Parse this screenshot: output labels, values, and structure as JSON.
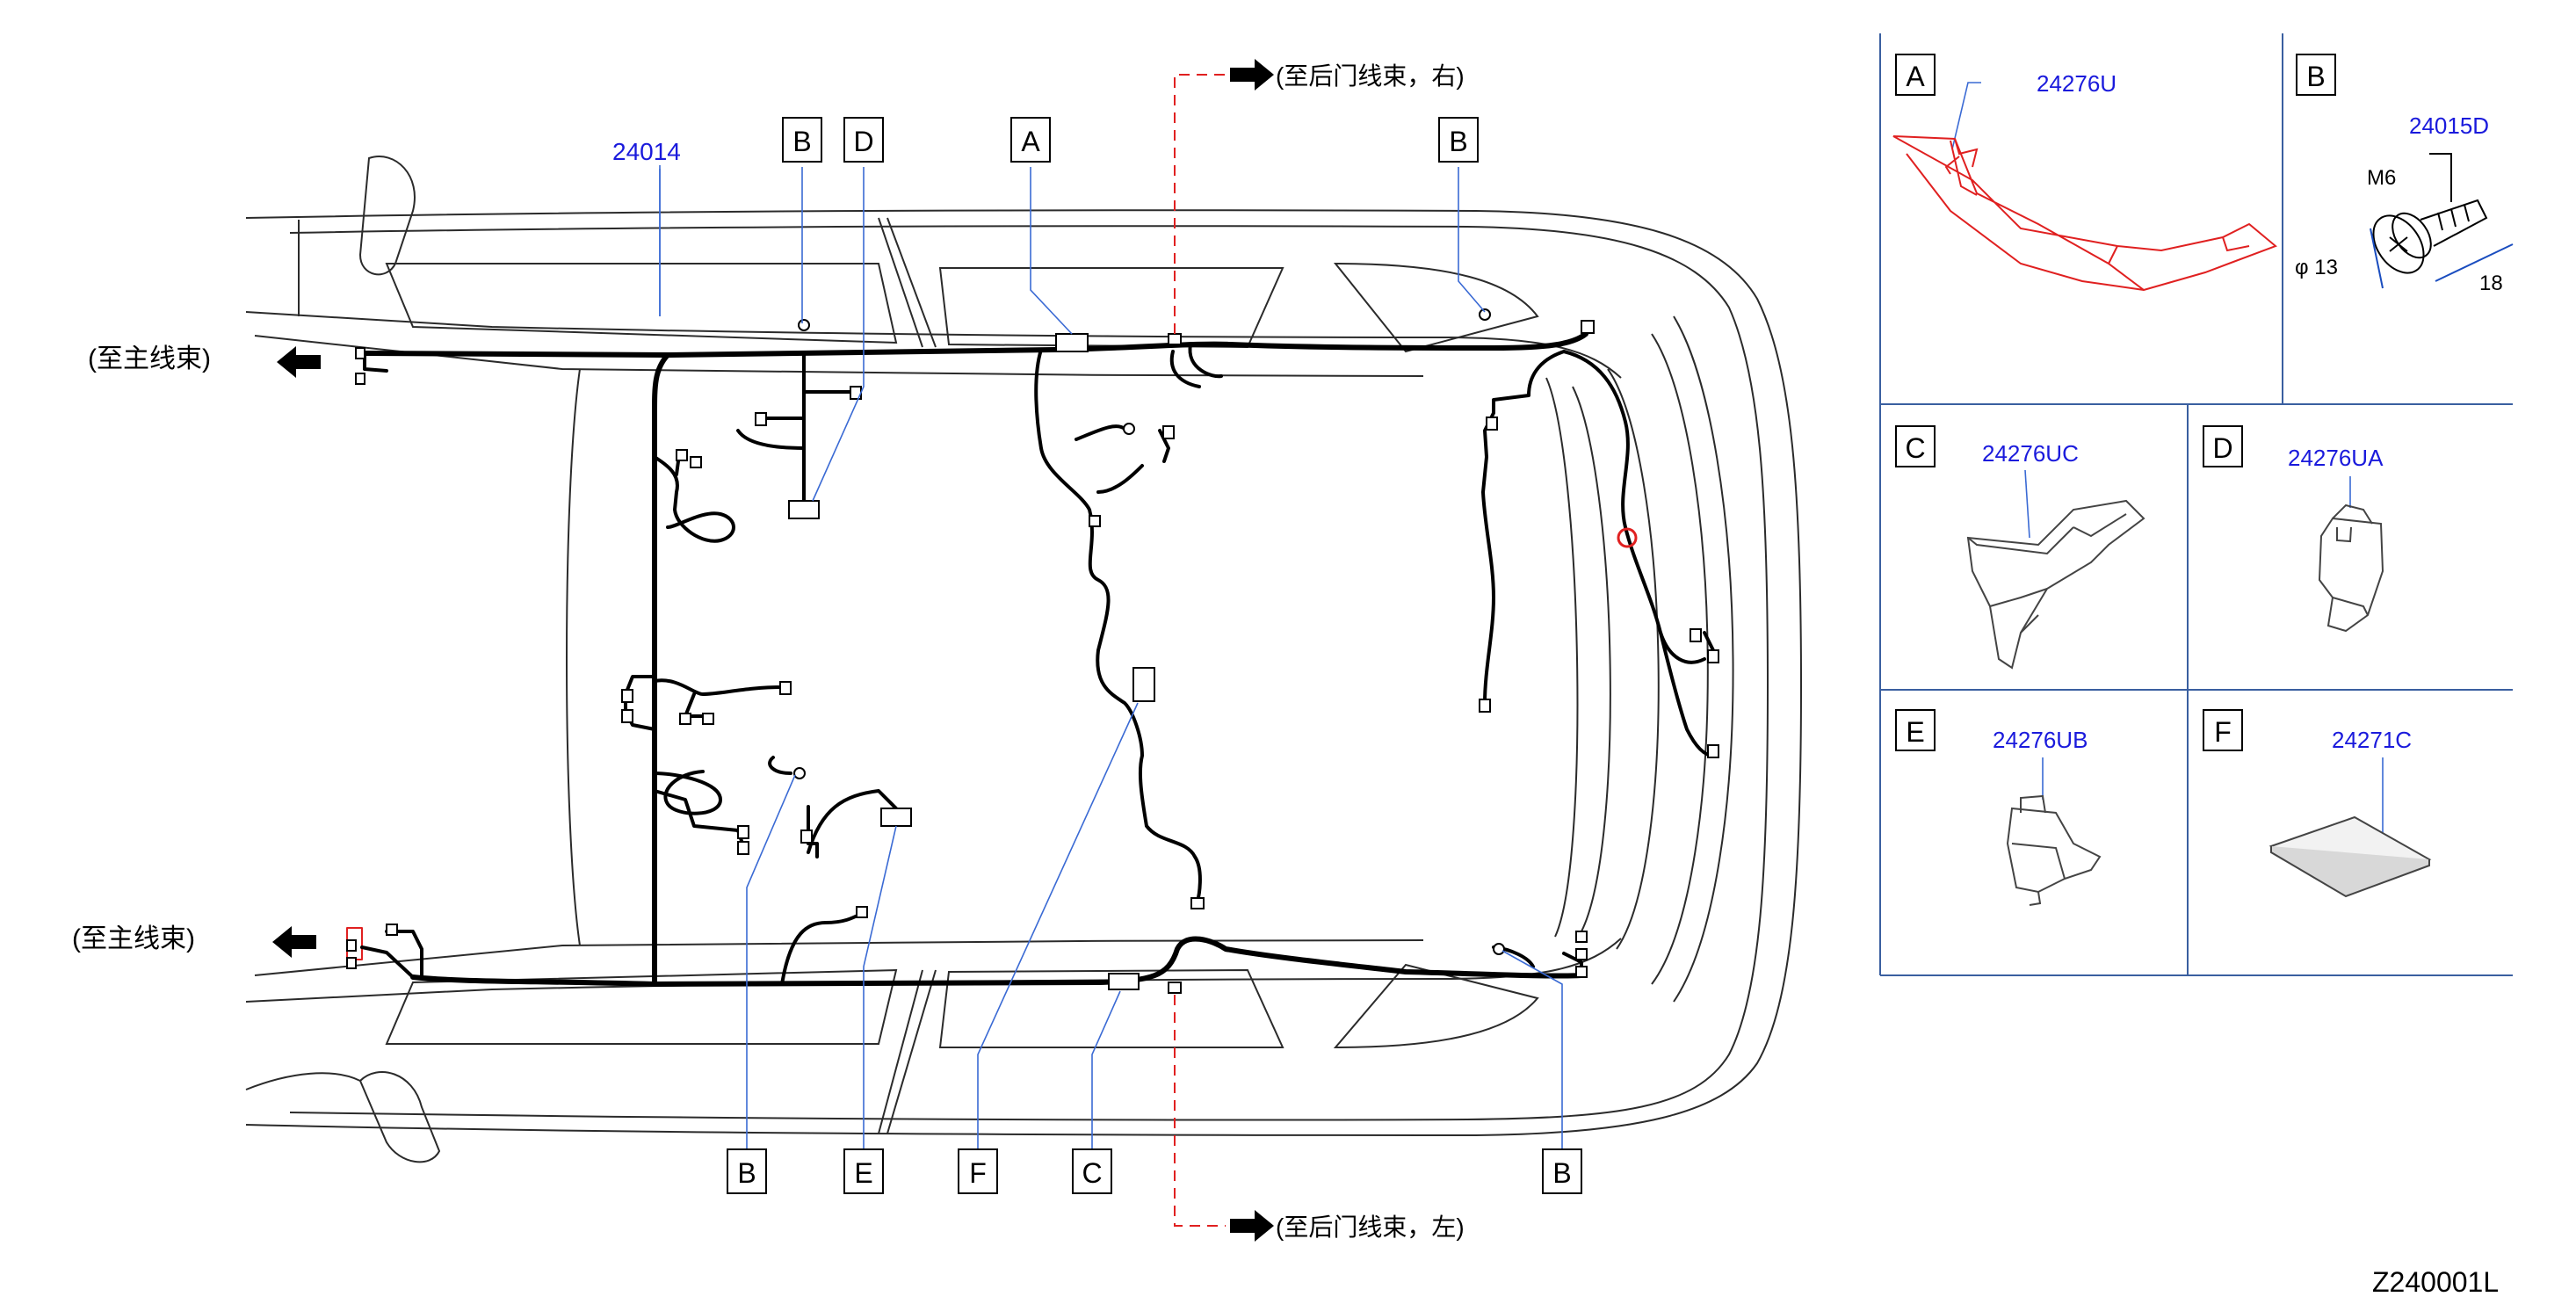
{
  "diagram": {
    "main_part_number": "24014",
    "callouts_top": [
      "B",
      "D",
      "A",
      "B"
    ],
    "callouts_bottom": [
      "B",
      "E",
      "F",
      "C",
      "B"
    ],
    "to_main_harness_upper": "(至主线束)",
    "to_main_harness_lower": "(至主线束)",
    "to_rear_door_right": "(至后门线束，右)",
    "to_rear_door_left": "(至后门线束，左)",
    "figure_code": "Z240001L"
  },
  "parts": [
    {
      "letter": "A",
      "part_number": "24276U"
    },
    {
      "letter": "B",
      "part_number": "24015D",
      "spec_thread": "M6",
      "spec_dia": "φ 13",
      "spec_len": "18"
    },
    {
      "letter": "C",
      "part_number": "24276UC"
    },
    {
      "letter": "D",
      "part_number": "24276UA"
    },
    {
      "letter": "E",
      "part_number": "24276UB"
    },
    {
      "letter": "F",
      "part_number": "24271C"
    }
  ],
  "colors": {
    "part_number": "#1a1adc",
    "leader": "#3a6ad4",
    "highlight": "#e02020",
    "grid": "#3a5fa0"
  }
}
